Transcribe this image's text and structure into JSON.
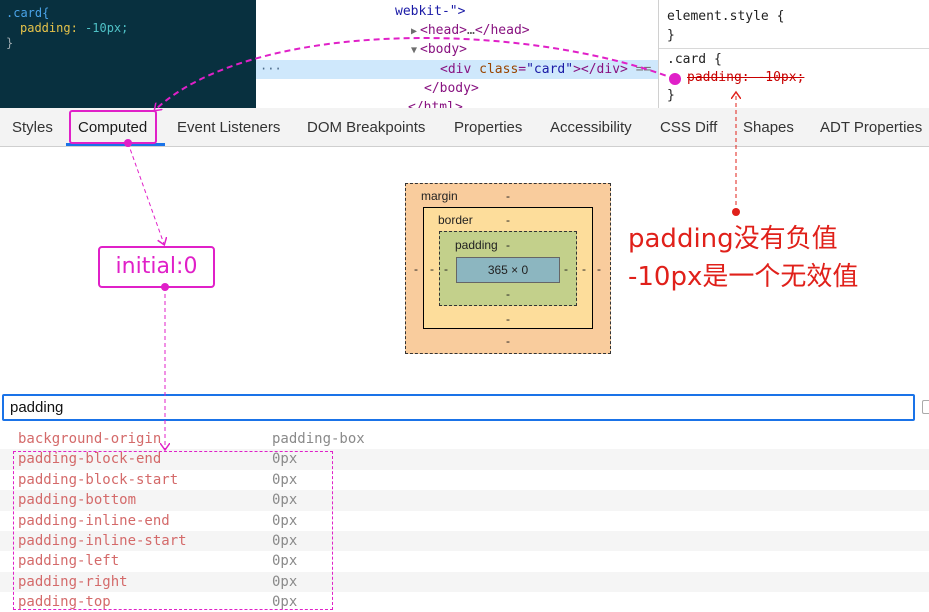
{
  "editor": {
    "selector": ".card{",
    "property": "padding",
    "value": " -10px;",
    "close": "}"
  },
  "elements": {
    "line1": "webkit-\">",
    "head_open": "<head>",
    "head_ellipsis": "…",
    "head_close": "</head>",
    "body_open": "<body>",
    "div_open": "<div ",
    "div_attr": "class",
    "div_attr_val": "\"card\"",
    "div_close": "></div>",
    "div_eq": " ==",
    "body_close": "</body>",
    "html_close": "</html>",
    "dots": "···"
  },
  "styles": {
    "element_style": "element.style {",
    "element_style_close": "}",
    "card_selector": ".card {",
    "struck_decl": "padding: -10px;",
    "card_close": "}"
  },
  "tabs": [
    {
      "label": "Styles"
    },
    {
      "label": "Computed"
    },
    {
      "label": "Event Listeners"
    },
    {
      "label": "DOM Breakpoints"
    },
    {
      "label": "Properties"
    },
    {
      "label": "Accessibility"
    },
    {
      "label": "CSS Diff"
    },
    {
      "label": "Shapes"
    },
    {
      "label": "ADT Properties"
    }
  ],
  "boxmodel": {
    "margin_label": "margin",
    "border_label": "border",
    "padding_label": "padding",
    "dash": "-",
    "content": "365 × 0"
  },
  "filter": {
    "value": "padding"
  },
  "properties": [
    {
      "name": "background-origin",
      "value": "padding-box"
    },
    {
      "name": "padding-block-end",
      "value": "0px"
    },
    {
      "name": "padding-block-start",
      "value": "0px"
    },
    {
      "name": "padding-bottom",
      "value": "0px"
    },
    {
      "name": "padding-inline-end",
      "value": "0px"
    },
    {
      "name": "padding-inline-start",
      "value": "0px"
    },
    {
      "name": "padding-left",
      "value": "0px"
    },
    {
      "name": "padding-right",
      "value": "0px"
    },
    {
      "name": "padding-top",
      "value": "0px"
    }
  ],
  "annotations": {
    "initial": "initial:0",
    "note_line1": "padding没有负值",
    "note_line2": "-10px是一个无效值",
    "accent_color": "#e020c8",
    "note_color": "#e0201a"
  }
}
